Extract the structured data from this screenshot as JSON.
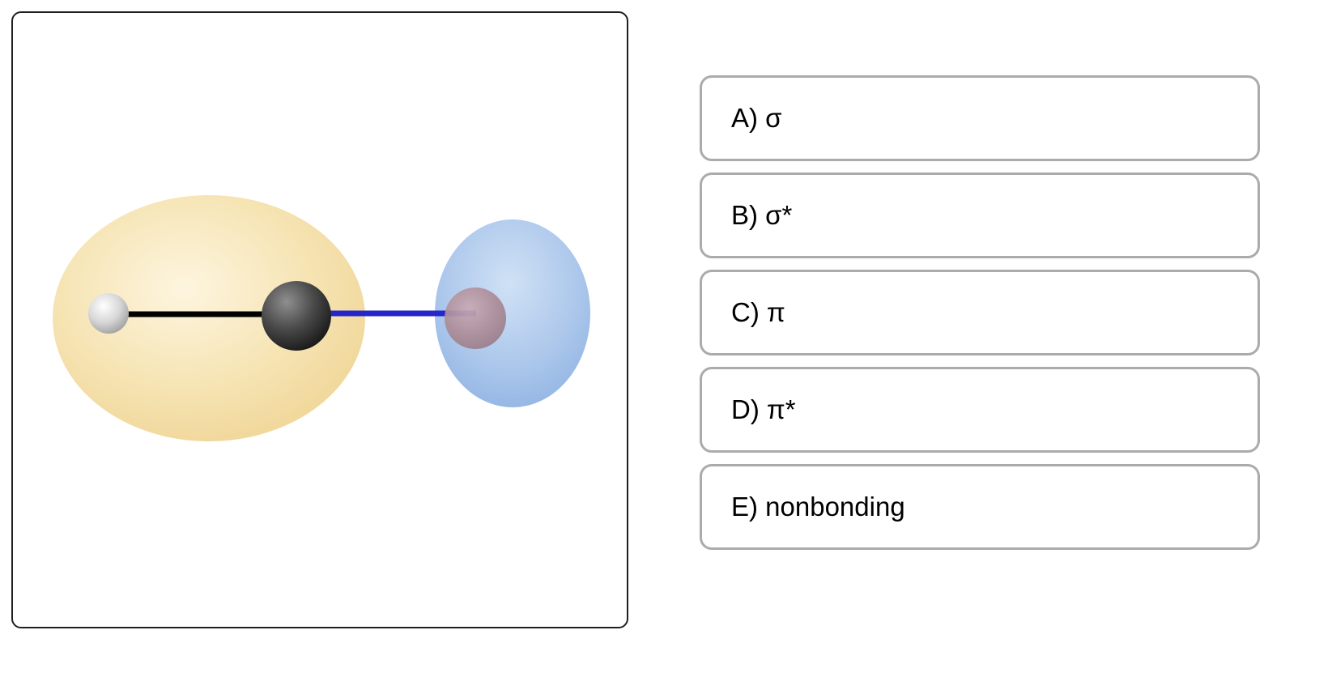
{
  "answers": {
    "options": [
      {
        "id": "A",
        "label": "A) σ"
      },
      {
        "id": "B",
        "label": "B) σ*"
      },
      {
        "id": "C",
        "label": "C) π"
      },
      {
        "id": "D",
        "label": "D) π*"
      },
      {
        "id": "E",
        "label": "E) nonbonding"
      }
    ]
  },
  "colors": {
    "left_lobe_inner": "#FDF5DF",
    "left_lobe_mid": "#F6E4B4",
    "left_lobe_outer": "#EFD493",
    "right_lobe_inner": "#CFE1F5",
    "right_lobe_mid": "#AFC9EC",
    "right_lobe_outer": "#8DB2E2",
    "atom_left_inner": "#FFFFFF",
    "atom_left_mid": "#D6D6D6",
    "atom_left_outer": "#9C9C9C",
    "atom_center_inner": "#8F8F8F",
    "atom_center_mid": "#4A4A4A",
    "atom_center_outer": "#141414",
    "atom_right_inner": "#C7ABB4",
    "atom_right_mid": "#AE8D99",
    "atom_right_outer": "#977A86",
    "bond_left": "#000000",
    "bond_right": "#2526C9"
  }
}
